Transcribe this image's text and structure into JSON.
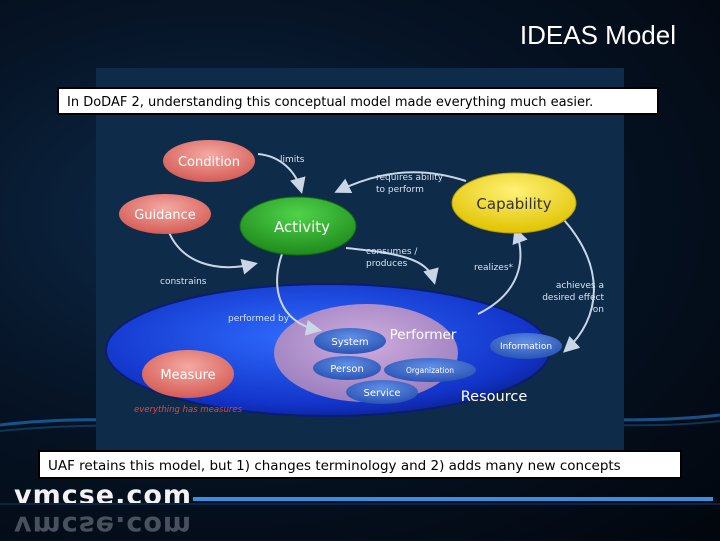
{
  "slide": {
    "title": "IDEAS Model",
    "top_caption": "In DoDAF 2, understanding this conceptual model made everything much easier.",
    "bottom_caption": "UAF retains this model, but 1) changes terminology and 2) adds many new concepts",
    "logo": "vmcse.com"
  },
  "diagram": {
    "nodes": {
      "condition": "Condition",
      "guidance": "Guidance",
      "activity": "Activity",
      "capability": "Capability",
      "measure": "Measure",
      "resource": "Resource",
      "performer": "Performer",
      "system": "System",
      "person": "Person",
      "organization": "Organization",
      "service": "Service",
      "information": "Information"
    },
    "edges": {
      "limits": "limits",
      "constrains": "constrains",
      "requires_1": "requires ability",
      "requires_2": "to perform",
      "consumes_1": "consumes /",
      "consumes_2": "produces",
      "realizes": "realizes*",
      "achieves_1": "achieves a",
      "achieves_2": "desired effect",
      "achieves_3": "on",
      "performed_by": "performed by"
    },
    "note": "everything has measures"
  }
}
